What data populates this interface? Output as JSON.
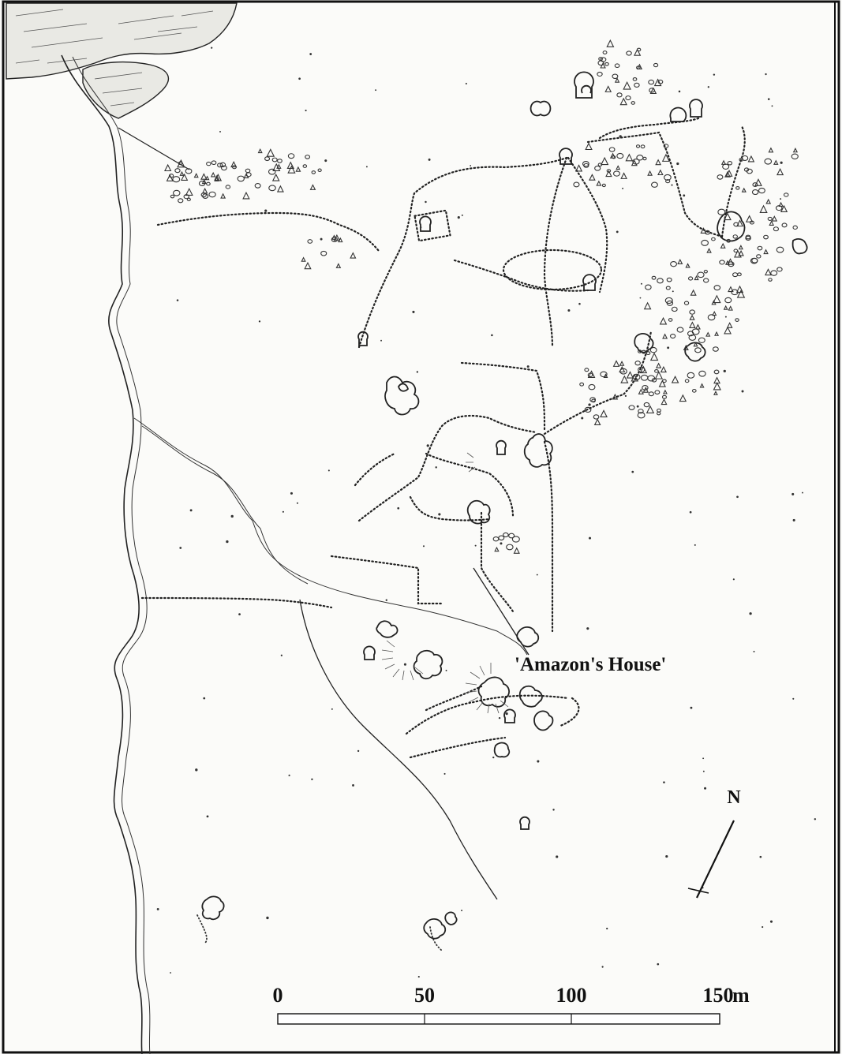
{
  "map": {
    "site_label": "'Amazon's House'",
    "north_label": "N",
    "scale": {
      "ticks": [
        "0",
        "50",
        "100",
        "150"
      ],
      "unit": "m"
    }
  }
}
